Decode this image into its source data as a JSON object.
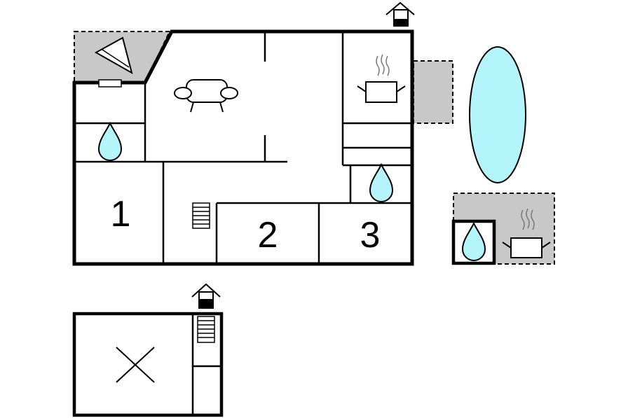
{
  "floorplan": {
    "rooms": [
      {
        "id": "room-1",
        "label": "1"
      },
      {
        "id": "room-2",
        "label": "2"
      },
      {
        "id": "room-3",
        "label": "3"
      }
    ],
    "colors": {
      "wall": "#000000",
      "terrace": "#c8c8c8",
      "water": "#b3f5fb",
      "background": "#ffffff"
    },
    "icons": [
      "entrance-icon",
      "sofa-icon",
      "cooking-pot-icon",
      "water-drop-icon",
      "stairs-icon",
      "pool-icon",
      "sunbed-icon",
      "window-icon",
      "cross-icon"
    ]
  }
}
